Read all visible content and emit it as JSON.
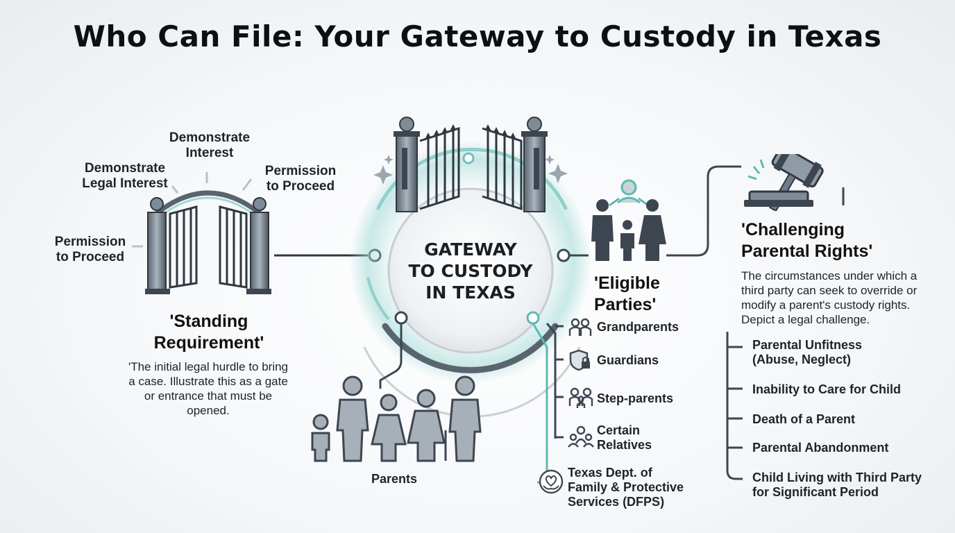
{
  "title": "Who Can File: Your Gateway to Custody in Texas",
  "hub": {
    "line1": "GATEWAY",
    "line2": "TO CUSTODY",
    "line3": "IN TEXAS"
  },
  "standing": {
    "heading_line1": "'Standing",
    "heading_line2": "Requirement'",
    "description": "'The initial legal hurdle to bring a case. Illustrate this as a gate or entrance that must be opened.",
    "labels": {
      "top_line1": "Demonstrate",
      "top_line2": "Interest",
      "left_line1": "Demonstrate",
      "left_line2": "Legal Interest",
      "right_line1": "Permission",
      "right_line2": "to Proceed",
      "far_left_line1": "Permission",
      "far_left_line2": "to Proceed"
    }
  },
  "parents": {
    "label": "Parents"
  },
  "eligible": {
    "heading_line1": "'Eligible",
    "heading_line2": "Parties'",
    "items": [
      {
        "label": "Grandparents",
        "icon": "grandparents-icon"
      },
      {
        "label": "Guardians",
        "icon": "shield-lock-icon"
      },
      {
        "label": "Step-parents",
        "icon": "step-parents-icon"
      },
      {
        "label_line1": "Certain",
        "label_line2": "Relatives",
        "icon": "relatives-icon"
      },
      {
        "label_line1": "Texas Dept. of",
        "label_line2": "Family & Protective",
        "label_line3": "Services (DFPS)",
        "icon": "dfps-icon"
      }
    ]
  },
  "challenging": {
    "heading_line1": "'Challenging",
    "heading_line2": "Parental Rights'",
    "description": "The circumstances under which a third party can seek to override or modify a parent's custody rights. Depict a legal challenge.",
    "items": [
      {
        "line1": "Parental Unfitness",
        "line2": "(Abuse, Neglect)"
      },
      {
        "line1": "Inability to Care for Child"
      },
      {
        "line1": "Death of a Parent"
      },
      {
        "line1": "Parental Abandonment"
      },
      {
        "line1": "Child Living with Third Party",
        "line2": "for Significant Period"
      }
    ]
  },
  "colors": {
    "accent": "#5fb8b2",
    "dark": "#3d4650",
    "steel": "#6f7b86"
  }
}
